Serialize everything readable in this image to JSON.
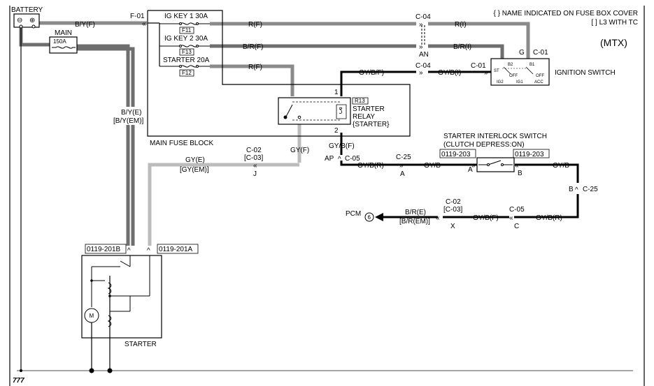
{
  "notes": {
    "brace": "{ } NAME INDICATED ON FUSE BOX COVER",
    "bracket": "[ ] L3 WITH TC",
    "variant": "(MTX)"
  },
  "components": {
    "battery": "BATTERY",
    "battery_neg": "⊖",
    "battery_pos": "⊕",
    "main_fuse": "MAIN",
    "main_fuse_rating": "150A",
    "main_fuse_block": "MAIN FUSE BLOCK",
    "ig_key1": "IG KEY 1 30A",
    "ig_key2": "IG KEY 2 30A",
    "starter_fuse": "STARTER 20A",
    "f11": "F11",
    "f13": "F13",
    "f12": "F12",
    "r13": "R13",
    "relay_line1": "STARTER",
    "relay_line2": "RELAY",
    "relay_line3": "{STARTER}",
    "relay_pin1": "1",
    "relay_pin2": "2",
    "ignition_switch": "IGNITION SWITCH",
    "ign_b2": "B2",
    "ign_b1": "B1",
    "ign_st": "ST",
    "ign_off1": "OFF",
    "ign_off2": "OFF",
    "ign_ig2": "IG2",
    "ign_ig1": "IG1",
    "ign_acc": "ACC",
    "interlock_line1": "STARTER INTERLOCK SWITCH",
    "interlock_line2": "(CLUTCH DEPRESS:ON)",
    "interlock_conn_left": "0119-203",
    "interlock_conn_right": "0119-203",
    "interlock_pin_a": "A",
    "interlock_pin_b": "B",
    "starter": "STARTER",
    "starter_conn_b": "0119-201B",
    "starter_conn_a": "0119-201A",
    "motor": "M",
    "pcm": "PCM",
    "pcm_pin": "6",
    "ground_mark": "777"
  },
  "wires": {
    "by_f": "B/Y(F)",
    "f01": "F-01",
    "rf_top": "R(F)",
    "c04_top": "C-04",
    "ri": "R(I)",
    "brf": "B/R(F)",
    "an": "AN",
    "bri": "B/R(I)",
    "g": "G",
    "c01_top": "C-01",
    "rf_starter": "R(F)",
    "gybf_relay": "GY/B/F)",
    "c04_mid": "C-04",
    "gybi": "GY/B(I)",
    "c01_mid": "C-01",
    "bye": "B/Y(E)",
    "byem": "[B/Y(EM)]",
    "gyf": "GY(F)",
    "c02_top": "C-02",
    "c03_top": "[C-03]",
    "j": "J",
    "gye": "GY(E)",
    "gyem": "[GY(EM)]",
    "gybf_down": "GY/B(F)",
    "ap": "AP",
    "c05_left": "C-05",
    "gybr_left": "GY/B(R)",
    "c25_left": "C-25",
    "a_left": "A",
    "gyb_left": "GY/B",
    "gyb_right": "GY/B",
    "b_right": "B",
    "c25_right": "C-25",
    "gybr_right": "GY/B(R)",
    "c05_right": "C-05",
    "c_pin": "C",
    "gybf_bottom": "GY/B(F)",
    "c02_bottom": "C-02",
    "c03_bottom": "[C-03]",
    "x": "X",
    "bre": "B/R(E)",
    "brem": "[B/R(EM)]"
  }
}
